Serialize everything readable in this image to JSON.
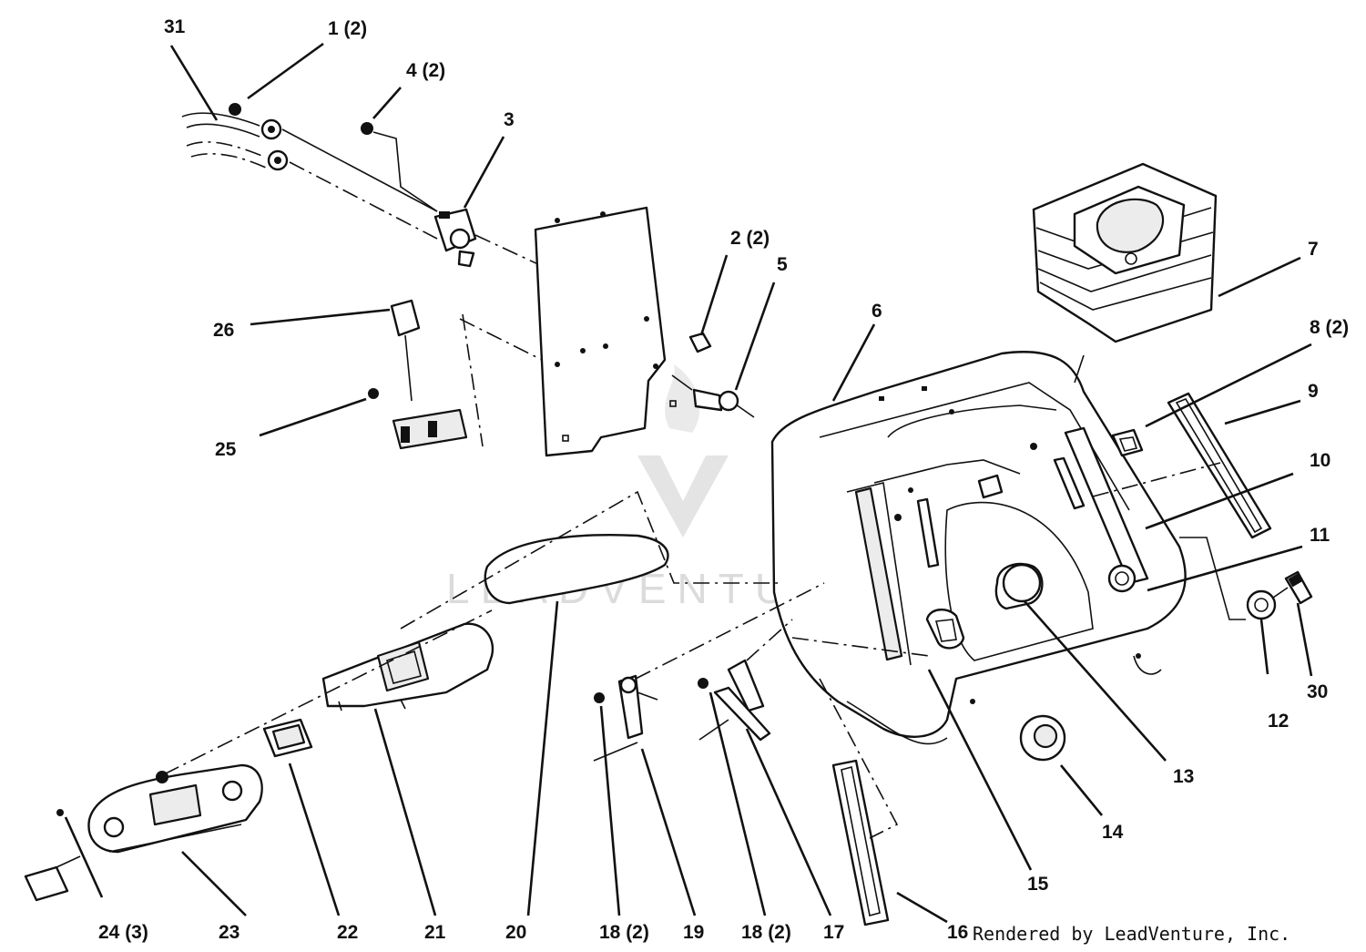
{
  "callouts": {
    "c31": "31",
    "c1": "1 (2)",
    "c4": "4 (2)",
    "c3": "3",
    "c2": "2 (2)",
    "c5": "5",
    "c6": "6",
    "c7": "7",
    "c8": "8 (2)",
    "c9": "9",
    "c10": "10",
    "c11": "11",
    "c26": "26",
    "c25": "25",
    "c12": "12",
    "c30": "30",
    "c13": "13",
    "c14": "14",
    "c15": "15",
    "c16": "16",
    "c17": "17",
    "c18b": "18 (2)",
    "c19": "19",
    "c18a": "18 (2)",
    "c20": "20",
    "c21": "21",
    "c22": "22",
    "c23": "23",
    "c24": "24 (3)"
  },
  "credit": "Rendered by LeadVenture, Inc.",
  "watermark": "LEADVENTURE",
  "colors": {
    "ink": "#111111",
    "watermark": "#d8d8d8",
    "paper": "#ffffff"
  }
}
